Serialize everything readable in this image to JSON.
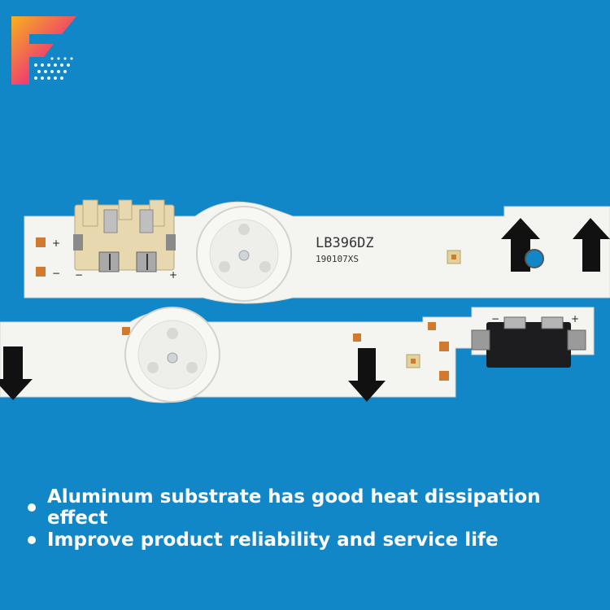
{
  "brand": {
    "logo_letter": "F",
    "logo_colors": [
      "#f7b21b",
      "#ee3f6f",
      "#e62e8a"
    ]
  },
  "strip_top": {
    "model_code": "LB396DZ",
    "date_code": "190107XS",
    "plus": "+",
    "minus": "−"
  },
  "strip_bottom": {
    "plus": "+",
    "minus": "−"
  },
  "bullets": [
    "Aluminum substrate has good heat dissipation effect",
    "Improve product reliability and service life"
  ],
  "colors": {
    "background": "#1287c8",
    "strip": "#f4f4f1",
    "pad": "#cf7a2e",
    "arrow": "#111111"
  }
}
